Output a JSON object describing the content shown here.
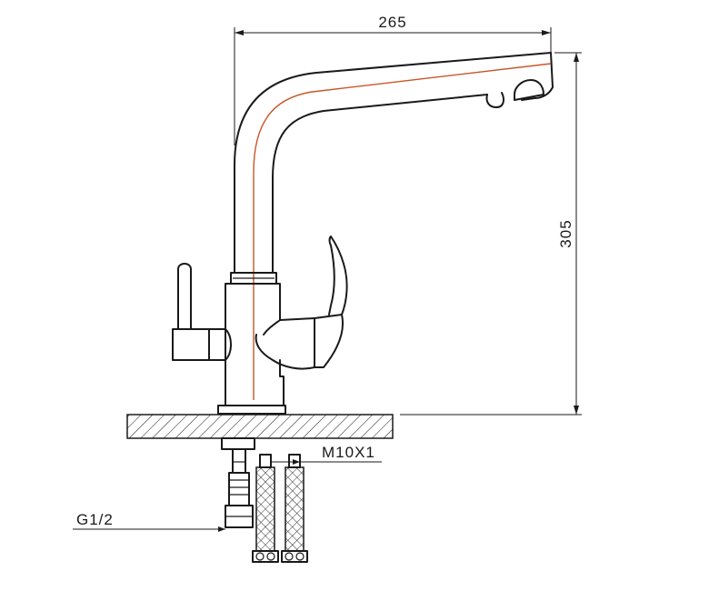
{
  "dimensions": {
    "width_label": "265",
    "height_label": "305"
  },
  "thread_labels": {
    "hose": "M10X1",
    "supply": "G1/2"
  },
  "colors": {
    "line": "#1a1a1a",
    "center_axis": "#c8552a"
  }
}
